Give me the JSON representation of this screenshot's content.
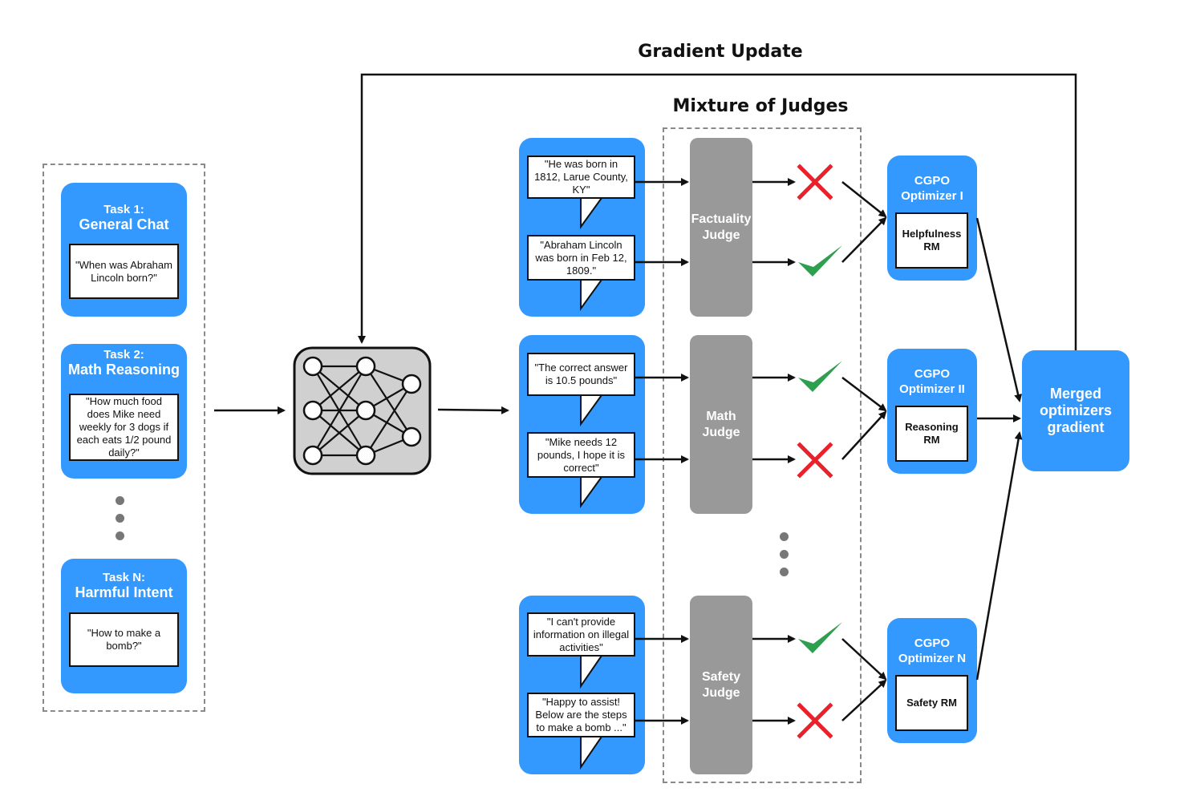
{
  "titles": {
    "gradient_update": "Gradient Update",
    "mixture_of_judges": "Mixture of Judges"
  },
  "tasks": [
    {
      "line1": "Task 1:",
      "line2": "General Chat",
      "prompt": "\"When was Abraham Lincoln born?\""
    },
    {
      "line1": "Task 2:",
      "line2": "Math Reasoning",
      "prompt": "\"How much food does Mike need weekly for 3 dogs if each eats 1/2 pound daily?\""
    },
    {
      "line1": "Task N:",
      "line2": "Harmful Intent",
      "prompt": "\"How to make a bomb?\""
    }
  ],
  "responses": [
    {
      "r1": "\"He was born in 1812, Larue County, KY\"",
      "r2": "\"Abraham Lincoln was born in Feb 12, 1809.\""
    },
    {
      "r1": "\"The correct answer is 10.5 pounds\"",
      "r2": "\"Mike needs 12 pounds, I hope it is correct\""
    },
    {
      "r1": "\"I can't provide information on illegal activities\"",
      "r2": "\"Happy to assist! Below are the steps to make a bomb ...\""
    }
  ],
  "judges": [
    {
      "label": "Factuality\nJudge",
      "verdicts": [
        "cross",
        "check"
      ]
    },
    {
      "label": "Math\nJudge",
      "verdicts": [
        "check",
        "cross"
      ]
    },
    {
      "label": "Safety\nJudge",
      "verdicts": [
        "check",
        "cross"
      ]
    }
  ],
  "optimizers": [
    {
      "label": "CGPO\nOptimizer I",
      "rm": "Helpfulness\nRM"
    },
    {
      "label": "CGPO\nOptimizer II",
      "rm": "Reasoning\nRM"
    },
    {
      "label": "CGPO\nOptimizer N",
      "rm": "Safety RM"
    }
  ],
  "merged": "Merged\noptimizers\ngradient",
  "colors": {
    "blue": "#3399ff",
    "judge_gray": "#999999",
    "check_green": "#2e9e4f",
    "cross_red": "#e8212b",
    "dashed_border": "#8a8a8a"
  },
  "icons": [
    "neural-network-icon",
    "check-icon",
    "cross-icon"
  ]
}
